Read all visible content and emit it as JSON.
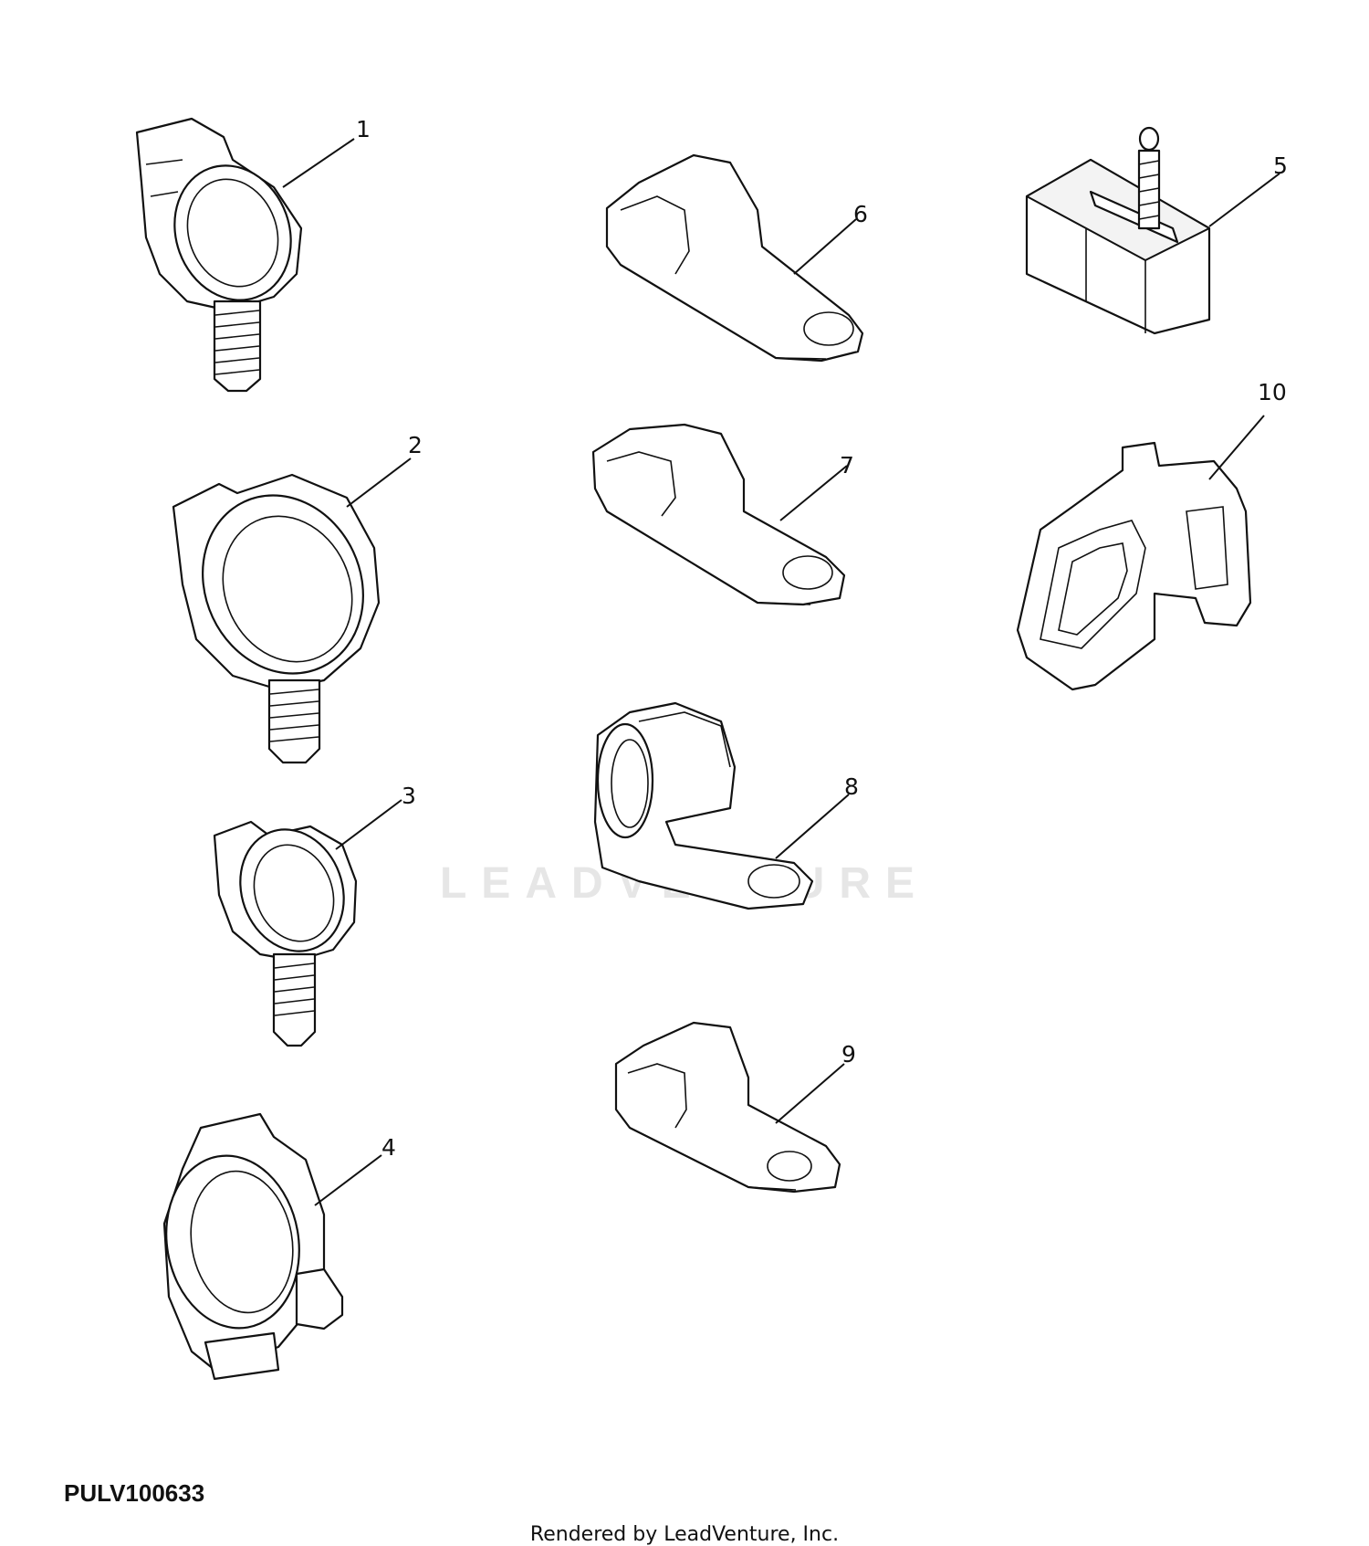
{
  "callouts": {
    "c1": "1",
    "c2": "2",
    "c3": "3",
    "c4": "4",
    "c5": "5",
    "c6": "6",
    "c7": "7",
    "c8": "8",
    "c9": "9",
    "c10": "10"
  },
  "watermark": "LEADVENTURE",
  "drawing_id": "PULV100633",
  "footer": "Rendered by LeadVenture, Inc."
}
